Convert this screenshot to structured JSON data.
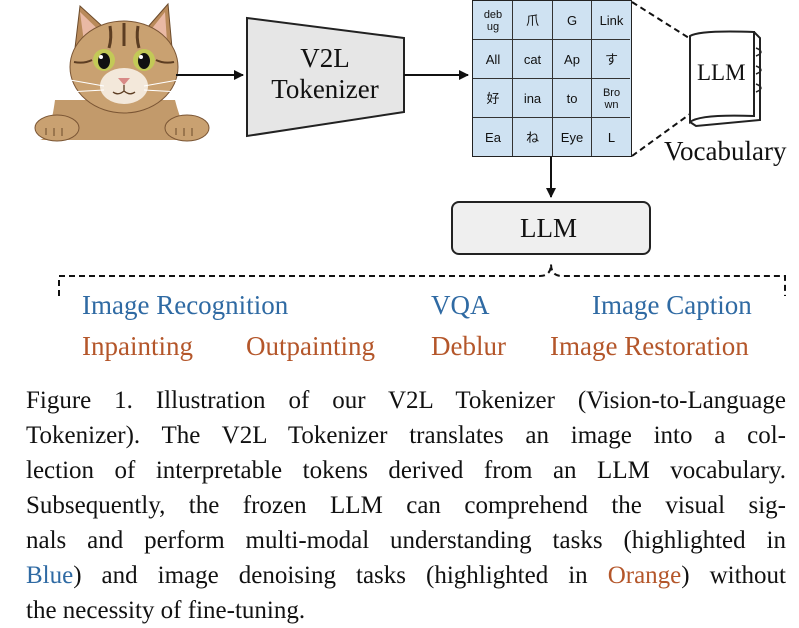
{
  "diagram": {
    "tokenizer_label_line1": "V2L",
    "tokenizer_label_line2": "Tokenizer",
    "llm_label": "LLM",
    "book_label": "LLM",
    "vocabulary_label": "Vocabulary",
    "grid_tokens": [
      [
        "deb\nug",
        "爪",
        "G",
        "Link"
      ],
      [
        "All",
        "cat",
        "Ap",
        "す"
      ],
      [
        "好",
        "ina",
        "to",
        "Bro\nwn"
      ],
      [
        "Ea",
        "ね",
        "Eye",
        "L"
      ]
    ],
    "understanding_tasks": [
      "Image Recognition",
      "VQA",
      "Image Caption"
    ],
    "denoising_tasks": [
      "Inpainting",
      "Outpainting",
      "Deblur",
      "Image Restoration"
    ],
    "colors": {
      "understanding": "#2f6aa3",
      "denoising": "#b4562a",
      "grid_fill": "#cfe2f2",
      "llm_box_fill": "#efefef",
      "snowflake": "#2aa7e0"
    },
    "icons": {
      "input_image": "cat-photo",
      "llm_icon": "snowflake-icon",
      "vocab_icon": "book-icon"
    }
  },
  "caption": {
    "line1": "Figure 1.  Illustration of our V2L Tokenizer (Vision-to-Language",
    "line2": "Tokenizer).  The V2L Tokenizer translates an image into a col-",
    "line3": "lection of interpretable tokens derived from an LLM vocabulary.",
    "line4": "Subsequently, the frozen LLM can comprehend the visual sig-",
    "line5_a": "nals and perform multi-modal understanding tasks (highlighted in",
    "line6_blue": "Blue",
    "line6_b": ") and image denoising tasks (highlighted in ",
    "line6_orange": "Orange",
    "line6_c": ") without",
    "line7": "the necessity of fine-tuning."
  }
}
